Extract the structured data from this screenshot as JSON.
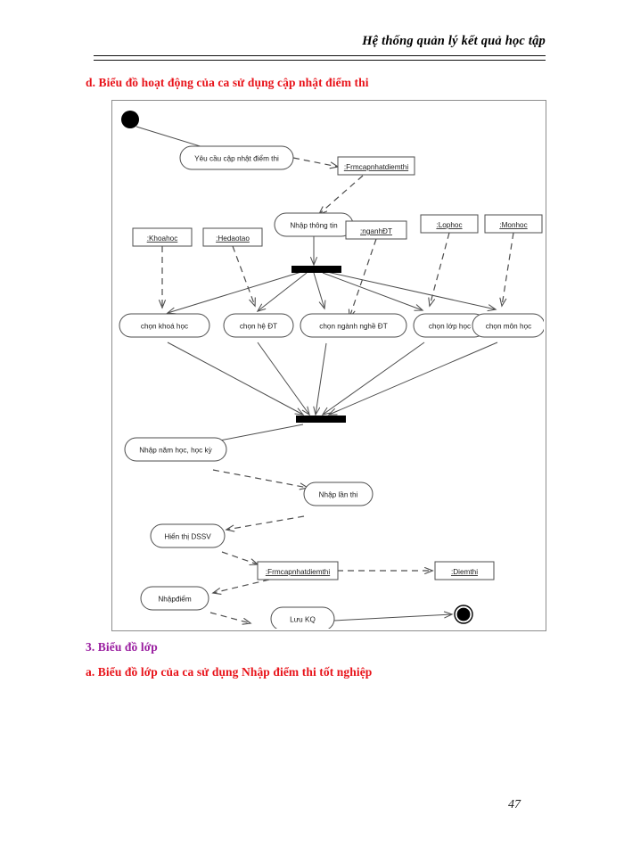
{
  "header": {
    "title": "Hệ thống quản lý kết quả học tập"
  },
  "captions": {
    "diagram_caption": "d. Biểu đồ hoạt động của ca sử dụng cập nhật điểm thi",
    "section_3": "3. Biểu đồ lớp",
    "section_3a": "a. Biểu đồ lớp của ca sử dụng Nhập  điểm thi tốt nghiệp"
  },
  "colors": {
    "caption_red": "#e8131a",
    "caption_purple": "#9a1ea0",
    "line": "#4d4d4d",
    "frame": "#8d8d8d"
  },
  "page_number": "47",
  "diagram": {
    "type": "uml-activity-diagram",
    "nodes": {
      "initial": "initial-node",
      "final": "final-node",
      "activities": [
        {
          "id": "a1",
          "label": "Yêu cầu cập nhật điểm thi"
        },
        {
          "id": "a2",
          "label": "Nhập thông tin"
        },
        {
          "id": "a3",
          "label": "chọn khoá học"
        },
        {
          "id": "a4",
          "label": "chọn hệ ĐT"
        },
        {
          "id": "a5",
          "label": "chọn ngành nghề ĐT"
        },
        {
          "id": "a6",
          "label": "chọn lớp học"
        },
        {
          "id": "a7",
          "label": "chọn môn học"
        },
        {
          "id": "a8",
          "label": "Nhập năm học, học kỳ"
        },
        {
          "id": "a9",
          "label": "Nhập lần thi"
        },
        {
          "id": "a10",
          "label": "Hiển thị DSSV"
        },
        {
          "id": "a11",
          "label": "Nhậpđiểm"
        },
        {
          "id": "a12",
          "label": "Lưu KQ"
        }
      ],
      "objects": [
        {
          "id": "o1",
          "label": ":Frmcapnhatdiemthi"
        },
        {
          "id": "o2",
          "label": ":Khoahoc"
        },
        {
          "id": "o3",
          "label": ":Hedaotao"
        },
        {
          "id": "o4",
          "label": ":nganhĐT"
        },
        {
          "id": "o5",
          "label": ":Lophoc"
        },
        {
          "id": "o6",
          "label": ":Monhoc"
        },
        {
          "id": "o7",
          "label": ":Frmcapnhatdiemthi"
        },
        {
          "id": "o8",
          "label": ":Diemthi"
        }
      ],
      "bars": [
        {
          "id": "fork",
          "kind": "fork-bar"
        },
        {
          "id": "join",
          "kind": "join-bar"
        }
      ]
    }
  }
}
